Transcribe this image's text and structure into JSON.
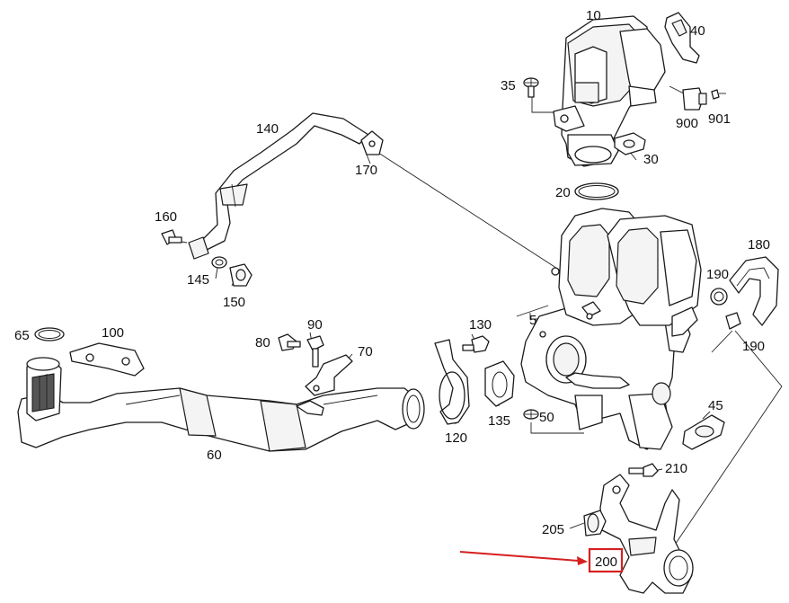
{
  "labels": {
    "l10": "10",
    "l40": "40",
    "l35": "35",
    "l900": "900",
    "l901": "901",
    "l30": "30",
    "l20": "20",
    "l140": "140",
    "l170": "170",
    "l160": "160",
    "l145": "145",
    "l150": "150",
    "l180": "180",
    "l190a": "190",
    "l190b": "190",
    "l5": "5",
    "l130": "130",
    "l90": "90",
    "l80": "80",
    "l70": "70",
    "l65": "65",
    "l100": "100",
    "l60": "60",
    "l120": "120",
    "l135": "135",
    "l50": "50",
    "l45": "45",
    "l210": "210",
    "l205": "205",
    "l200": "200"
  },
  "highlight": {
    "part": "200",
    "color": "#d62020"
  }
}
